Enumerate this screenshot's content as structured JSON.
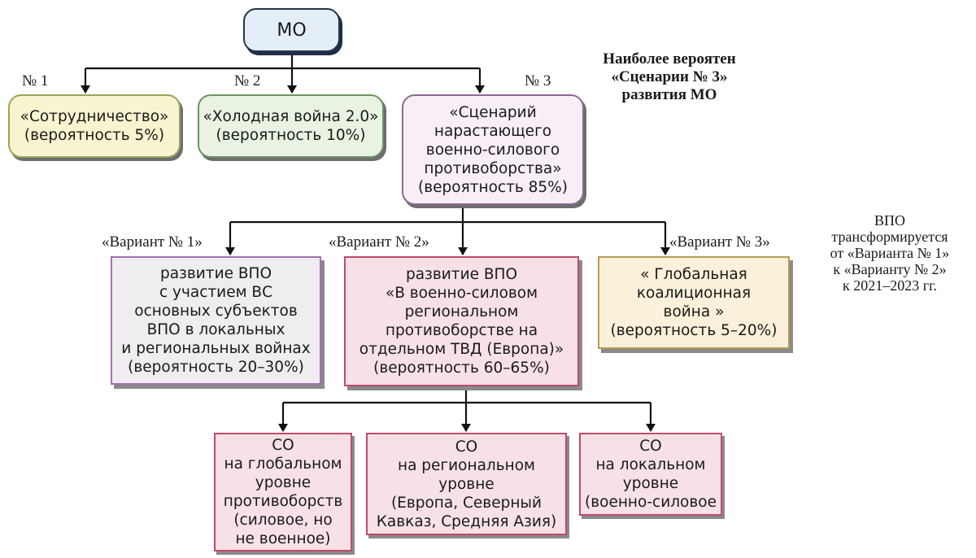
{
  "root": {
    "label": "МО"
  },
  "note_top": [
    "Наиболее вероятен",
    "«Сценарии № 3»",
    "развития МО"
  ],
  "note_right": [
    "ВПО",
    "трансформируется",
    "от «Варианта № 1»",
    "к «Варианту № 2»",
    "к 2021–2023 гг."
  ],
  "scenario_numbers": [
    "№ 1",
    "№ 2",
    "№ 3"
  ],
  "scenarios": [
    {
      "lines": [
        "«Сотрудничество»",
        "(вероятность 5%)"
      ]
    },
    {
      "lines": [
        "«Холодная война 2.0»",
        "(вероятность 10%)"
      ]
    },
    {
      "lines": [
        "«Сценарий",
        "нарастающего",
        "военно-силового",
        "противоборства»",
        "(вероятность 85%)"
      ]
    }
  ],
  "variant_labels": [
    "«Вариант № 1»",
    "«Вариант № 2»",
    "«Вариант № 3»"
  ],
  "variants": [
    {
      "lines": [
        "развитие ВПО",
        "с участием ВС",
        "основных субъектов",
        "ВПО в локальных",
        "и региональных войнах",
        "(вероятность 20–30%)"
      ]
    },
    {
      "lines": [
        "развитие ВПО",
        "«В военно-силовом",
        "региональном",
        "противоборстве на",
        "отдельном ТВД (Европа)»",
        "(вероятность 60–65%)"
      ]
    },
    {
      "lines": [
        "« Глобальная",
        "коалиционная",
        "война »",
        "(вероятность 5–20%)"
      ]
    }
  ],
  "levels": [
    {
      "lines": [
        "СО",
        "на глобальном",
        "уровне",
        "противоборств",
        "(силовое, но",
        "не военное)"
      ]
    },
    {
      "lines": [
        "СО",
        "на региональном",
        "уровне",
        "(Европа, Северный",
        "Кавказ, Средняя Азия)"
      ]
    },
    {
      "lines": [
        "СО",
        "на локальном",
        "уровне",
        "(военно-силовое"
      ]
    }
  ],
  "colors": {
    "root_fill": "#e3eef7",
    "root_border": "#23364f",
    "coop_fill": "#f7f4cf",
    "coop_border": "#9ca45d",
    "cold_fill": "#e8f3e2",
    "cold_border": "#6d9463",
    "sc3_fill": "#f7eef6",
    "sc3_border": "#8c6a92",
    "v1_fill": "#efedef",
    "v1_border": "#a46fb5",
    "v2_fill": "#f7e1e7",
    "v2_border": "#c04a6a",
    "v3_fill": "#fbf1da",
    "v3_border": "#b59a57",
    "level_fill": "#f7e1e7",
    "level_border": "#c04a6a",
    "line": "#111111"
  }
}
